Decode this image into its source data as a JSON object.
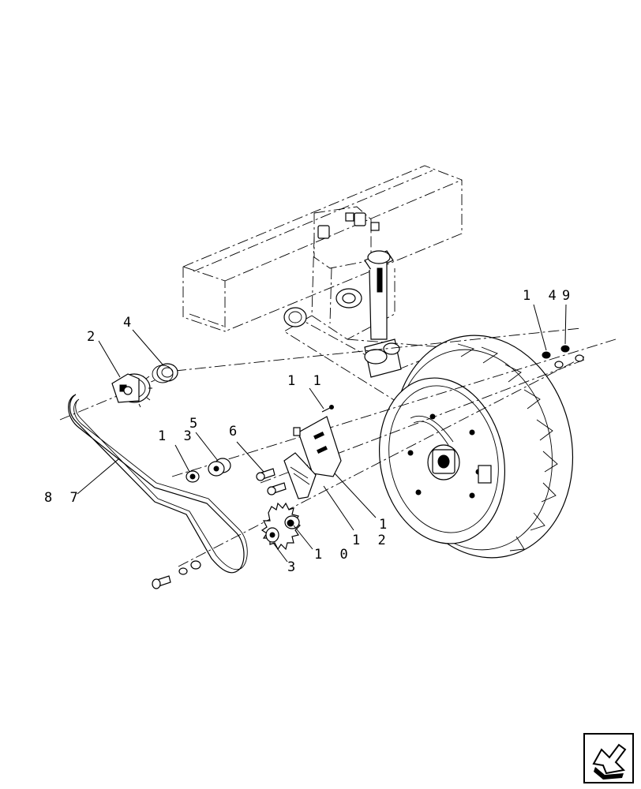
{
  "callouts": [
    {
      "id": "c1",
      "text": "1"
    },
    {
      "id": "c2",
      "text": "2"
    },
    {
      "id": "c3",
      "text": "3"
    },
    {
      "id": "c4",
      "text": "4"
    },
    {
      "id": "c5",
      "text": "5"
    },
    {
      "id": "c6",
      "text": "6"
    },
    {
      "id": "c87",
      "text": "8 7"
    },
    {
      "id": "c9",
      "text": "9"
    },
    {
      "id": "c10",
      "text": "1 0"
    },
    {
      "id": "c11",
      "text": "1 1"
    },
    {
      "id": "c12",
      "text": "1 2"
    },
    {
      "id": "c13",
      "text": "1 3"
    },
    {
      "id": "c14",
      "text": "1 4"
    }
  ],
  "nav_icon": "return-arrow-icon"
}
